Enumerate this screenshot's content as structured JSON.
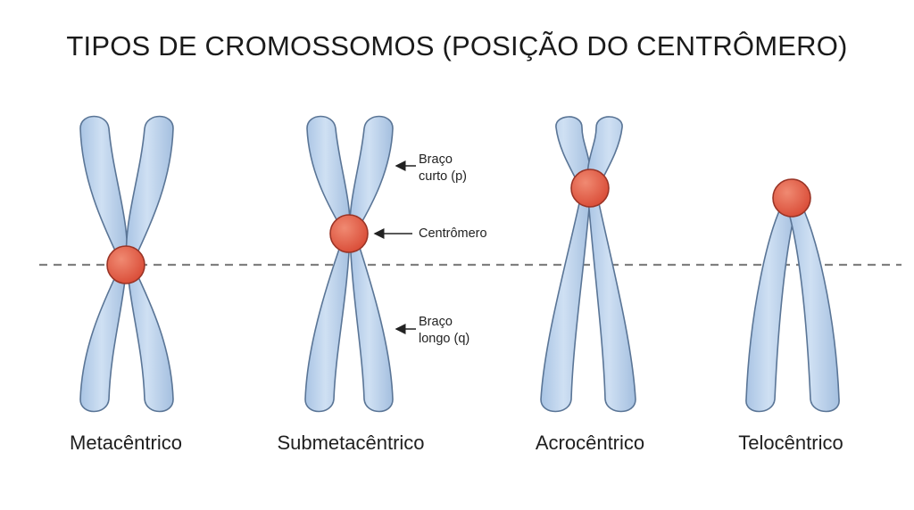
{
  "title": "TIPOS DE CROMOSSOMOS (POSIÇÃO DO CENTRÔMERO)",
  "chromosome_types": [
    {
      "label": "Metacêntrico"
    },
    {
      "label": "Submetacêntrico"
    },
    {
      "label": "Acrocêntrico"
    },
    {
      "label": "Telocêntrico"
    }
  ],
  "annotations": {
    "short_arm_line1": "Braço",
    "short_arm_line2": "curto (p)",
    "centromere": "Centrômero",
    "long_arm_line1": "Braço",
    "long_arm_line2": "longo (q)"
  },
  "colors": {
    "chromatid_fill": "#b8d0ea",
    "chromatid_stroke": "#5a7596",
    "centromere_fill": "#e05a45",
    "centromere_stroke": "#9a3426",
    "reference_line": "#808080"
  }
}
